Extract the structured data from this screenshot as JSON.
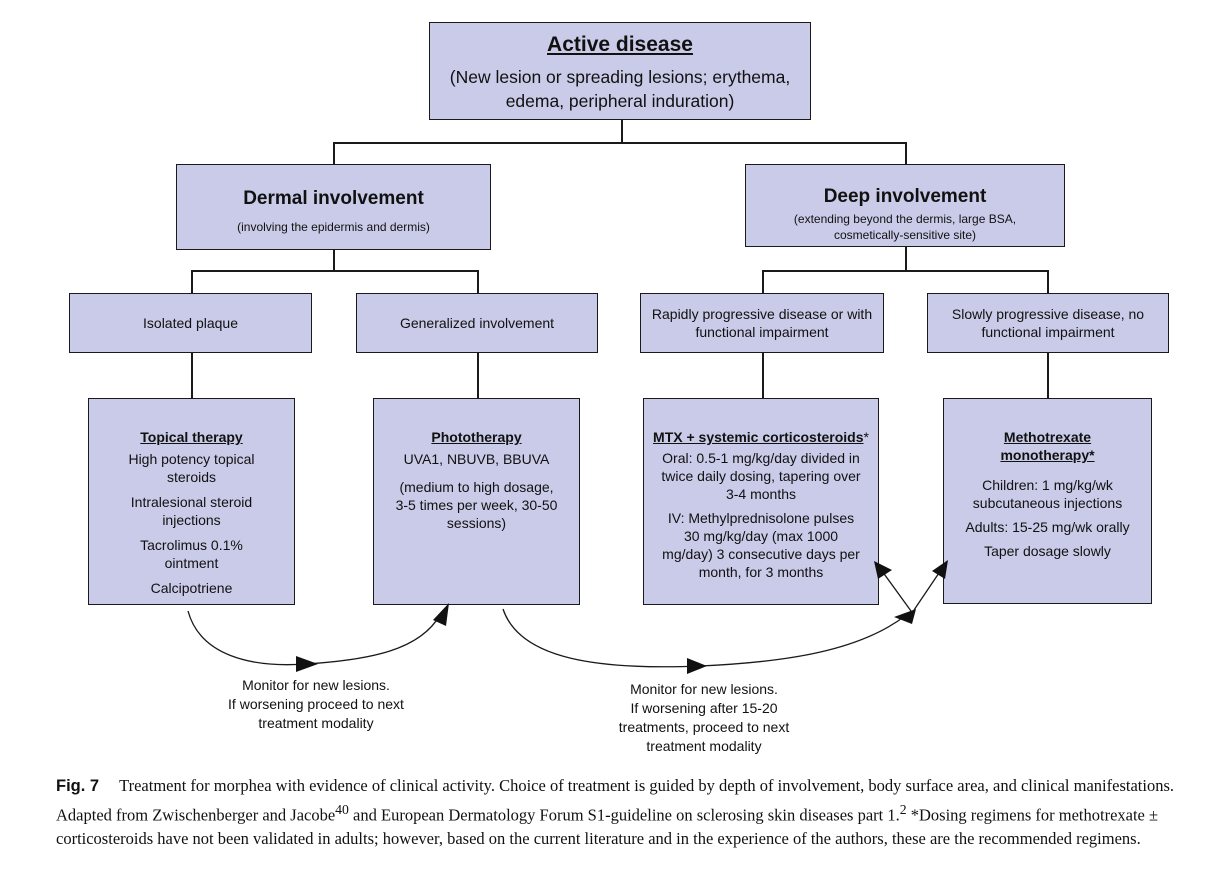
{
  "active": {
    "title": "Active disease",
    "line1": "(New lesion or spreading lesions; erythema,",
    "line2": "edema, peripheral induration)"
  },
  "dermal": {
    "title": "Dermal involvement",
    "sub": "(involving the epidermis and dermis)"
  },
  "deep": {
    "title": "Deep involvement",
    "sub1": "(extending beyond the dermis, large BSA,",
    "sub2": "cosmetically-sensitive site)"
  },
  "isolated": {
    "label": "Isolated plaque"
  },
  "generalized": {
    "label": "Generalized involvement"
  },
  "rapid": {
    "line1": "Rapidly progressive disease or with",
    "line2": "functional impairment"
  },
  "slow": {
    "line1": "Slowly progressive disease, no",
    "line2": "functional impairment"
  },
  "topical": {
    "title": "Topical therapy",
    "items": [
      "High potency topical",
      "steroids",
      "Intralesional steroid",
      "injections",
      "Tacrolimus  0.1%",
      "ointment",
      "Calcipotriene"
    ]
  },
  "photo": {
    "title": "Phototherapy",
    "line1": "UVA1, NBUVB, BBUVA",
    "line2": "(medium to high dosage,",
    "line3": "3-5 times per week, 30-50",
    "line4": "sessions)"
  },
  "mtx": {
    "title": "MTX + systemic corticosteroids",
    "star": "*",
    "lines": [
      "Oral: 0.5-1 mg/kg/day divided in",
      "twice daily dosing, tapering over",
      "3-4 months",
      "IV: Methylprednisolone pulses",
      "30 mg/kg/day  (max 1000",
      "mg/day) 3  consecutive days per",
      "month, for 3 months"
    ]
  },
  "metho": {
    "title1": "Methotrexate",
    "title2": "monotherapy*",
    "lines": [
      "Children: 1 mg/kg/wk",
      "subcutaneous injections",
      "Adults: 15-25 mg/wk  orally",
      "Taper dosage slowly"
    ]
  },
  "note_left": {
    "line1": "Monitor for new lesions.",
    "line2": "If worsening proceed to next",
    "line3": "treatment modality"
  },
  "note_right": {
    "line1": "Monitor for new lesions.",
    "line2": "If worsening after 15-20",
    "line3": "treatments, proceed to next",
    "line4": "treatment modality"
  },
  "caption": {
    "fig": "Fig. 7",
    "text1": "Treatment for morphea with evidence of clinical activity. Choice of treatment is guided by depth of involvement, body surface area, and clinical manifestations. Adapted from Zwischenberger and Jacobe",
    "ref1": "40",
    "text2": " and European Dermatology Forum S1-guideline on sclerosing skin diseases part 1.",
    "ref2": "2",
    "text3": " *Dosing regimens for methotrexate ± corticosteroids have not been validated in adults; however, based on the current literature and in the experience of the authors, these are the recommended regimens."
  },
  "colors": {
    "box_fill": "#c9cbe8",
    "stroke": "#1a1a1a"
  }
}
